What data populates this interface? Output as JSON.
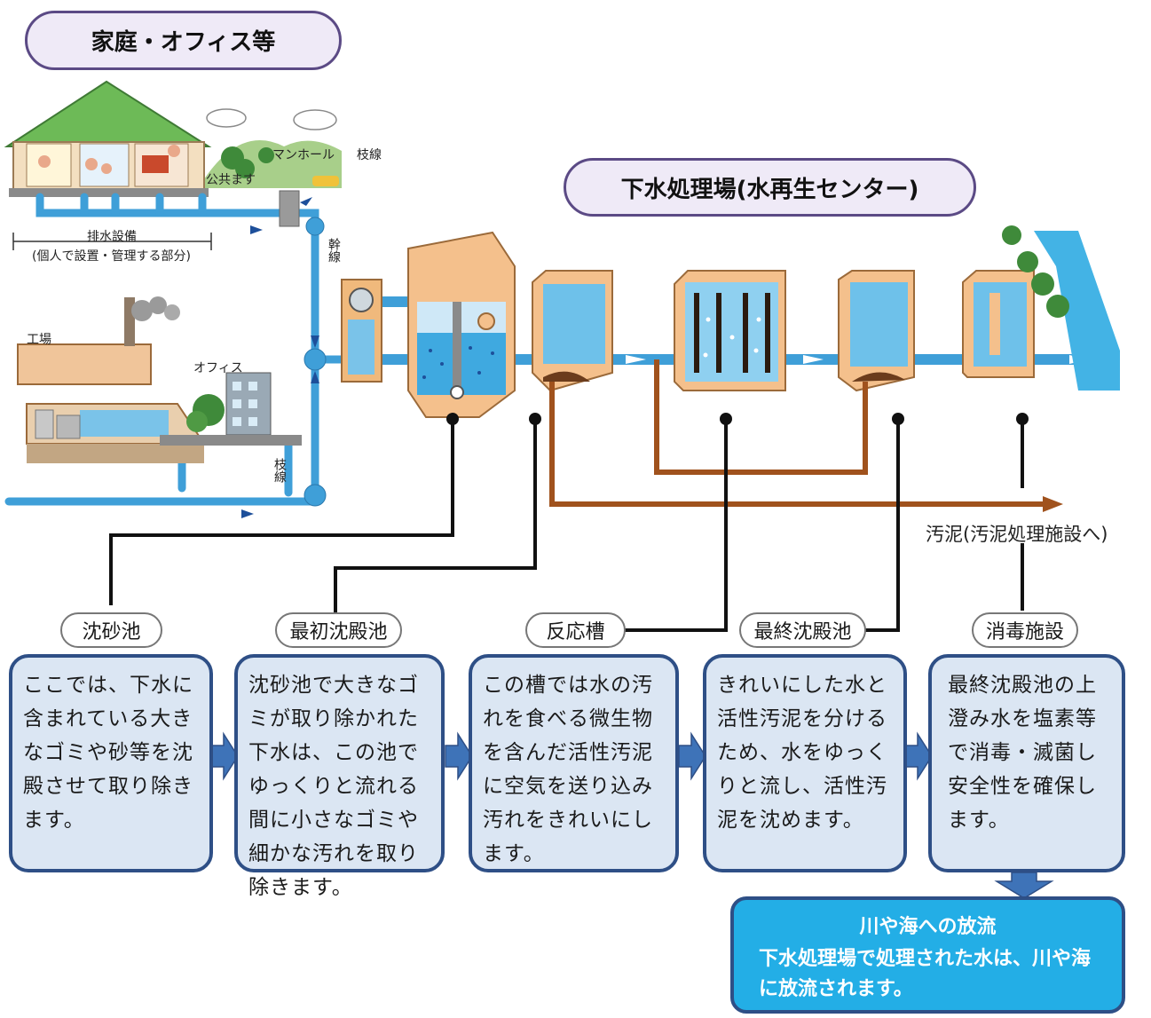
{
  "home_title": "家庭・オフィス等",
  "plant_title": "下水処理場(水再生センター)",
  "labels": {
    "manhole": "マンホール",
    "branch_line_1": "枝線",
    "public_basin": "公共ます",
    "drain_facility": "排水設備",
    "drain_facility_note": "(個人で設置・管理する部分)",
    "trunk_line": "幹線",
    "factory": "工場",
    "office": "オフィス",
    "branch_line_2": "枝線",
    "sludge": "汚泥(汚泥処理施設へ)"
  },
  "stages": [
    {
      "tag": "沈砂池",
      "desc": "ここでは、下水に含まれている大きなゴミや砂等を沈殿させて取り除きます。"
    },
    {
      "tag": "最初沈殿池",
      "desc": "沈砂池で大きなゴミが取り除かれた下水は、この池でゆっくりと流れる間に小さなゴミや細かな汚れを取り除きます。"
    },
    {
      "tag": "反応槽",
      "desc": "この槽では水の汚れを食べる微生物を含んだ活性汚泥に空気を送り込み汚れをきれいにします。"
    },
    {
      "tag": "最終沈殿池",
      "desc": "きれいにした水と活性汚泥を分けるため、水をゆっくりと流し、活性汚泥を沈めます。"
    },
    {
      "tag": "消毒施設",
      "desc": "最終沈殿池の上澄み水を塩素等で消毒・滅菌し安全性を確保します。"
    }
  ],
  "outflow": {
    "title": "川や海への放流",
    "desc": "下水処理場で処理された水は、川や海に放流されます。"
  },
  "colors": {
    "pipe": "#3f9fd8",
    "sludge": "#a0521d",
    "card_border": "#2e4f86",
    "card_fill": "#dbe6f3",
    "title_border": "#5b4a85",
    "outflow_fill": "#23aee6"
  }
}
